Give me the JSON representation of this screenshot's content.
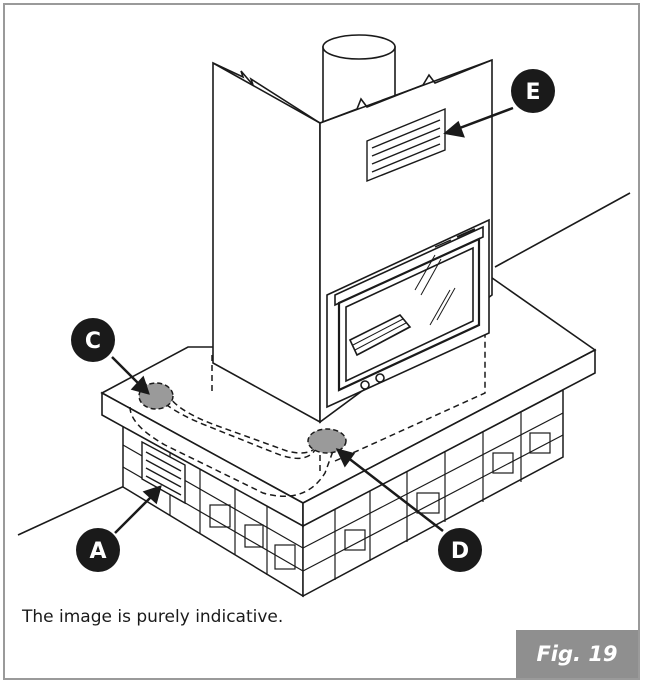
{
  "figure": {
    "caption": "The image is purely indicative.",
    "label": "Fig. 19"
  },
  "callouts": {
    "a": "A",
    "b_c": "C",
    "d": "D",
    "e": "E"
  },
  "colors": {
    "line": "#1a1a1a",
    "callout_fill": "#1a1a1a",
    "vent_fill": "#9a9a9a",
    "badge": "#8f8f8f",
    "frame_border": "#9a9a9a"
  }
}
